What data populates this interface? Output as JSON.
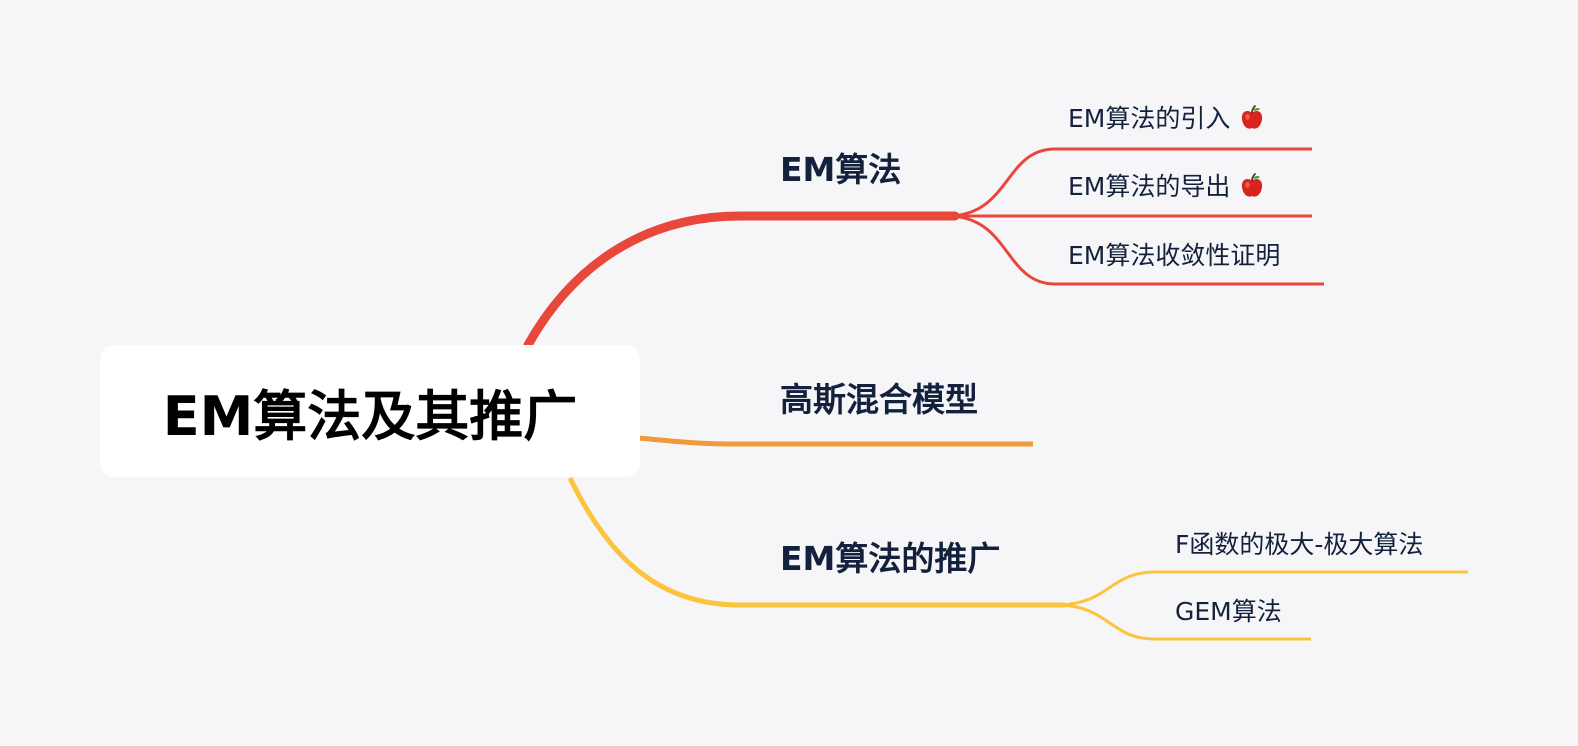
{
  "root": {
    "title": "EM算法及其推广"
  },
  "branches": [
    {
      "label": "EM算法",
      "color": "#e8473c",
      "children": [
        {
          "label": "EM算法的引入",
          "icon": "apple-icon"
        },
        {
          "label": "EM算法的导出",
          "icon": "apple-icon"
        },
        {
          "label": "EM算法收敛性证明"
        }
      ]
    },
    {
      "label": "高斯混合模型",
      "color": "#f0993a",
      "children": []
    },
    {
      "label": "EM算法的推广",
      "color": "#fcc43d",
      "children": [
        {
          "label": "F函数的极大-极大算法"
        },
        {
          "label": "GEM算法"
        }
      ]
    }
  ]
}
